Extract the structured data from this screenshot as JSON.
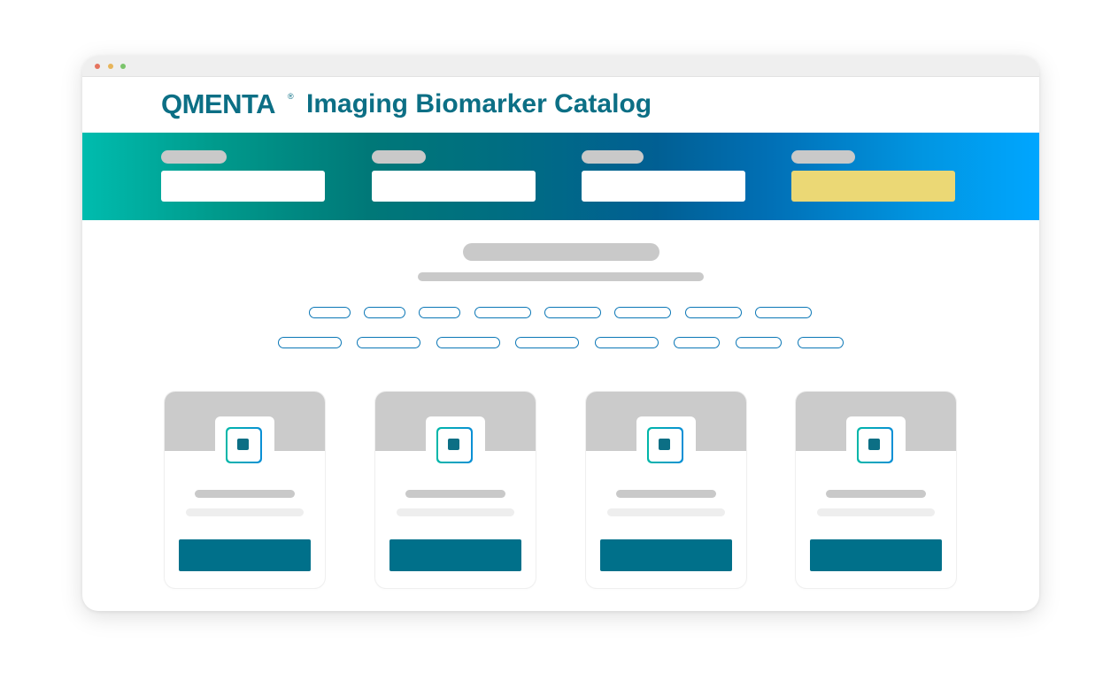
{
  "header": {
    "logo_text": "QMENTA",
    "logo_mark": "®",
    "title": "Imaging Biomarker Catalog"
  },
  "window": {
    "controls": [
      "close-dot",
      "minimize-dot",
      "maximize-dot"
    ]
  },
  "filters": {
    "count": 4,
    "highlighted_index": 3
  },
  "tags": {
    "row1_count": 8,
    "row2_count": 8
  },
  "cards": {
    "count": 4,
    "icon": "square-icon"
  },
  "colors": {
    "brand": "#0c6f85",
    "card_button": "#00708a",
    "tag_border": "#0b77b6",
    "highlight_filter": "#ebd875",
    "placeholder_gray": "#c9c9c9"
  }
}
